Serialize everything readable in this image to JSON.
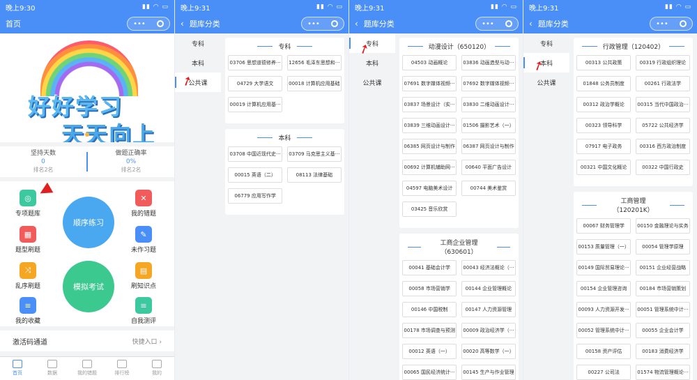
{
  "status": {
    "time1": "晚上9:30",
    "time": "晚上9:31",
    "icons": "▮▮ ◠ ▭"
  },
  "p1": {
    "nav_title": "首页",
    "banner_line1": "好好学习",
    "banner_line2": "天天向上",
    "stats": [
      {
        "label": "坚持天数",
        "value": "0",
        "sub": "排名2名"
      },
      {
        "label": "做题正确率",
        "value": "0%",
        "sub": "排名2名"
      }
    ],
    "grid": {
      "zhuanxiang": "专项题库",
      "wrong": "我的错题",
      "type": "题型刷题",
      "undone": "未作习题",
      "random": "乱序刷题",
      "points": "刷知识点",
      "fav": "我的收藏",
      "test": "自我测评",
      "seq": "顺序练习",
      "mock": "模拟考试"
    },
    "activate": {
      "label": "激活码通道",
      "right": "快捷入口 ›"
    },
    "tabs": [
      "首页",
      "数据",
      "我的错题",
      "排行榜",
      "我的"
    ]
  },
  "cat_title": "题库分类",
  "side": [
    "专科",
    "本科",
    "公共课"
  ],
  "p2": {
    "cards": [
      {
        "title": "专科",
        "items": [
          "03706 思想道德修养···",
          "12656 毛泽东思想和···",
          "04729 大学语文",
          "00018 计算机应用基础",
          "00019 计算机应用基···"
        ]
      },
      {
        "title": "本科",
        "items": [
          "03708 中国近现代史···",
          "03709 马克思主义基···",
          "00015 英语（二）",
          "08113 法律基础",
          "06779 应用写作学"
        ]
      }
    ]
  },
  "p3": {
    "cards": [
      {
        "title": "动漫设计（650120）",
        "items": [
          "04503 动画概论",
          "03836 动画造型与动···",
          "07691 数字媒体视频···",
          "07692 数字媒体视频···",
          "03837 场景设计（实···",
          "03830 二维动画设计···",
          "03839 三维动画设计···",
          "01506 摄影艺术（一）",
          "06385 网页设计与制作",
          "06387 网页设计与制作",
          "00692 计算机辅助网···",
          "00640 平面广告设计",
          "04597 电脑美术设计",
          "00744 美术鉴赏",
          "03425 音乐欣赏"
        ]
      },
      {
        "title": "工商企业管理（630601）",
        "items": [
          "00041 基础会计学",
          "00043 经济法概论（···",
          "00058 市场营销学",
          "00144 企业管理概论",
          "00146 中国税制",
          "00147 人力资源管理",
          "00178 市场调查与预测",
          "00009 政治经济学（···",
          "00012 英语（一）",
          "00020 高等数学（一）",
          "00065 国民经济统计···",
          "00145 生产与作业管理"
        ]
      }
    ]
  },
  "p4": {
    "cards": [
      {
        "title": "行政管理（120402）",
        "items": [
          "00313 公共政策",
          "00319 行政组织理论",
          "01848 公务员制度",
          "00261 行政法学",
          "00312 政治学概论",
          "00315 当代中国政治···",
          "00323 领导科学",
          "05722 公共经济学",
          "07917 电子政务",
          "00316 西方政治制度",
          "00321 中国文化概论",
          "00322 中国行政史"
        ]
      },
      {
        "title": "工商管理（120201K）",
        "items": [
          "00067 财务管理学",
          "00150 金融理论与实务",
          "00153 质量管理（一）",
          "00054 管理学原理",
          "00149 国际贸易理论···",
          "00151 企业经营战略",
          "00154 企业管理咨询",
          "00184 市场营销策划",
          "00093 人力资源开发···",
          "00051 管理系统中计···",
          "00052 管理系统中计···",
          "00055 企业会计学",
          "00158 资产评估",
          "00183 消费经济学",
          "00227 公司法",
          "01574 物流管理概论···"
        ]
      }
    ]
  }
}
